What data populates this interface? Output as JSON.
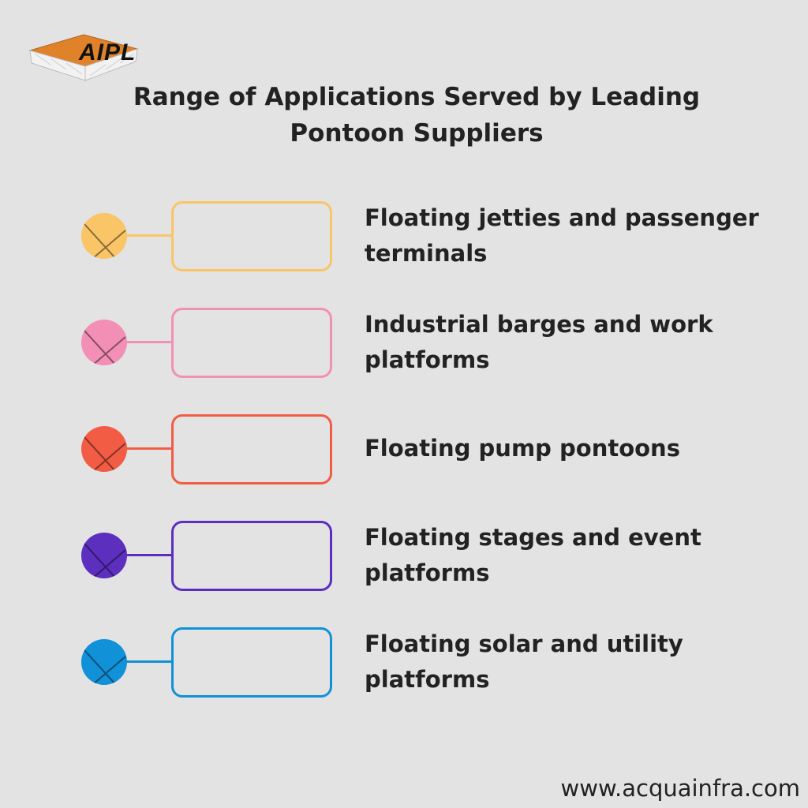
{
  "logo": {
    "text": "AIPL"
  },
  "title": "Range of Applications Served by Leading Pontoon Suppliers",
  "items": [
    {
      "label": "Floating jetties and passenger terminals",
      "color": "#f9c567"
    },
    {
      "label": "Industrial barges and work platforms",
      "color": "#f38fb5"
    },
    {
      "label": "Floating pump pontoons",
      "color": "#f25c45"
    },
    {
      "label": "Floating stages and event platforms",
      "color": "#5c2fbf"
    },
    {
      "label": "Floating solar and utility platforms",
      "color": "#1191d8"
    }
  ],
  "footer": {
    "url": "www.acquainfra.com"
  }
}
